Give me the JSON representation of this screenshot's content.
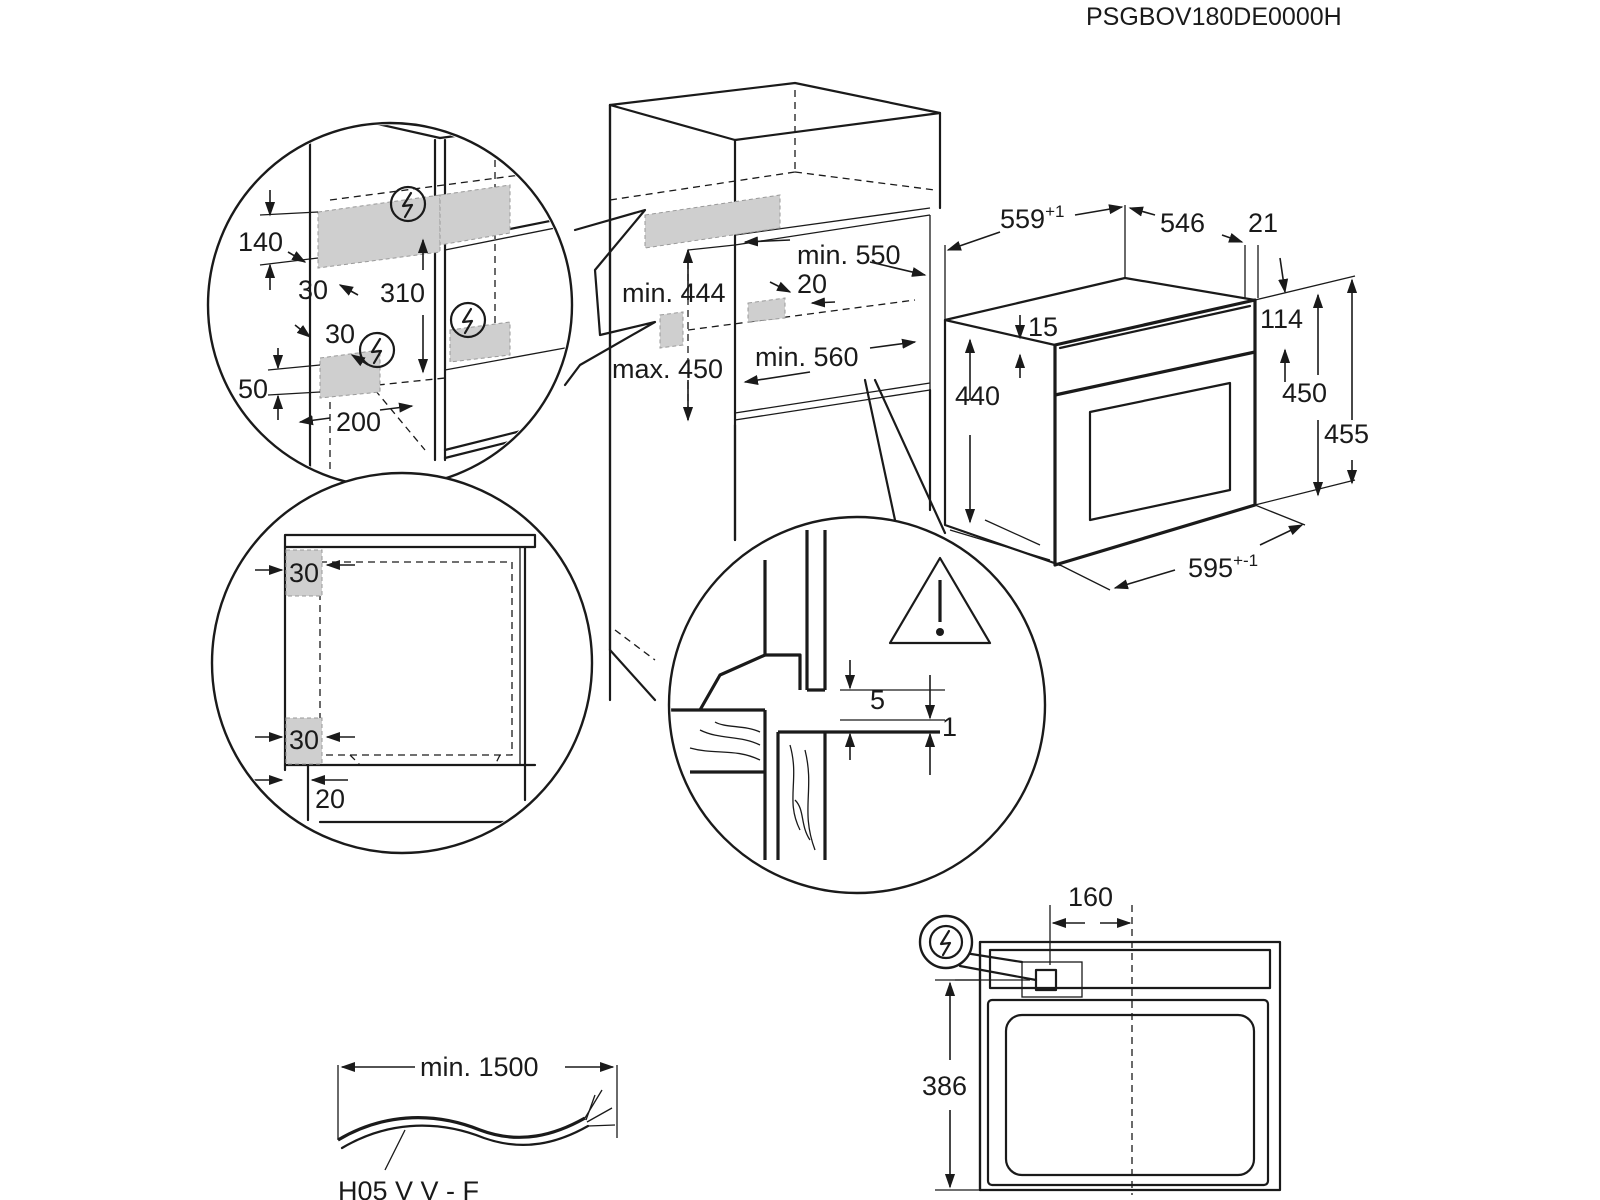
{
  "header": {
    "model_code": "PSGBOV180DE0000H"
  },
  "icons": {
    "power": "power-outlet-icon",
    "warning": "warning-triangle-icon"
  },
  "cabinet": {
    "min_444": "min. 444",
    "max_450": "max. 450",
    "min_550": "min. 550",
    "dim_20": "20",
    "min_560": "min. 560"
  },
  "appliance": {
    "dim_559": "559",
    "dim_559_tol": "+1",
    "dim_546": "546",
    "dim_21": "21",
    "dim_15": "15",
    "dim_114": "114",
    "dim_440": "440",
    "dim_450": "450",
    "dim_455": "455",
    "dim_595": "595",
    "dim_595_tol": "+-1"
  },
  "detail_top_left": {
    "dim_140": "140",
    "dim_30_a": "30",
    "dim_310": "310",
    "dim_30_b": "30",
    "dim_50": "50",
    "dim_200": "200"
  },
  "detail_bottom_left": {
    "dim_30_top": "30",
    "dim_30_bottom": "30",
    "dim_20": "20"
  },
  "detail_mount": {
    "dim_5": "5",
    "dim_1": "1"
  },
  "front_view": {
    "dim_160": "160",
    "dim_386": "386"
  },
  "cable": {
    "min_length": "min. 1500",
    "type": "H05 V V - F"
  }
}
